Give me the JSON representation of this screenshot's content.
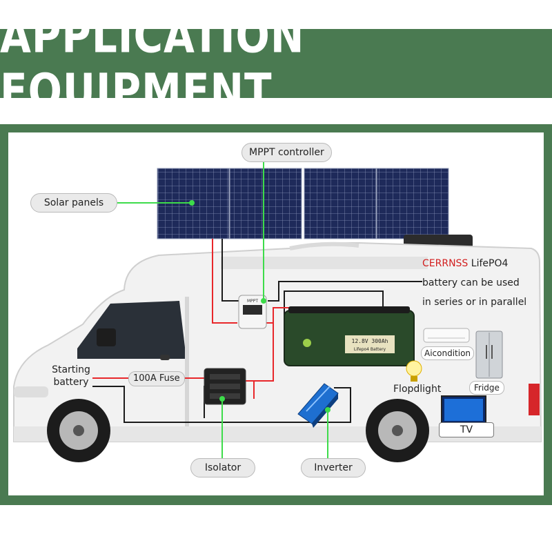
{
  "title": "APPLICATION EQUIPMENT",
  "labels": {
    "mppt_controller": "MPPT controller",
    "solar_panels": "Solar panels",
    "starting_battery": "Starting battery",
    "fuse": "100A Fuse",
    "isolator": "Isolator",
    "inverter": "Inverter",
    "aircondition": "Aicondition",
    "fridge": "Fridge",
    "floodlight": "Flopdlight",
    "tv": "TV"
  },
  "battery_note": {
    "brand": "CERRNSS",
    "chemistry": "LifePO4",
    "line2": "battery can be used",
    "line3": "in series or in parallel"
  },
  "battery_face": {
    "rating": "12.8V 300Ah",
    "type": "Lifepo4 Battery"
  },
  "controller_face": "MPPT",
  "colors": {
    "banner_green": "#4a7a51",
    "callout_green": "#3ddc4a",
    "positive_red": "#e8262a",
    "negative_black": "#1a1a1a"
  }
}
